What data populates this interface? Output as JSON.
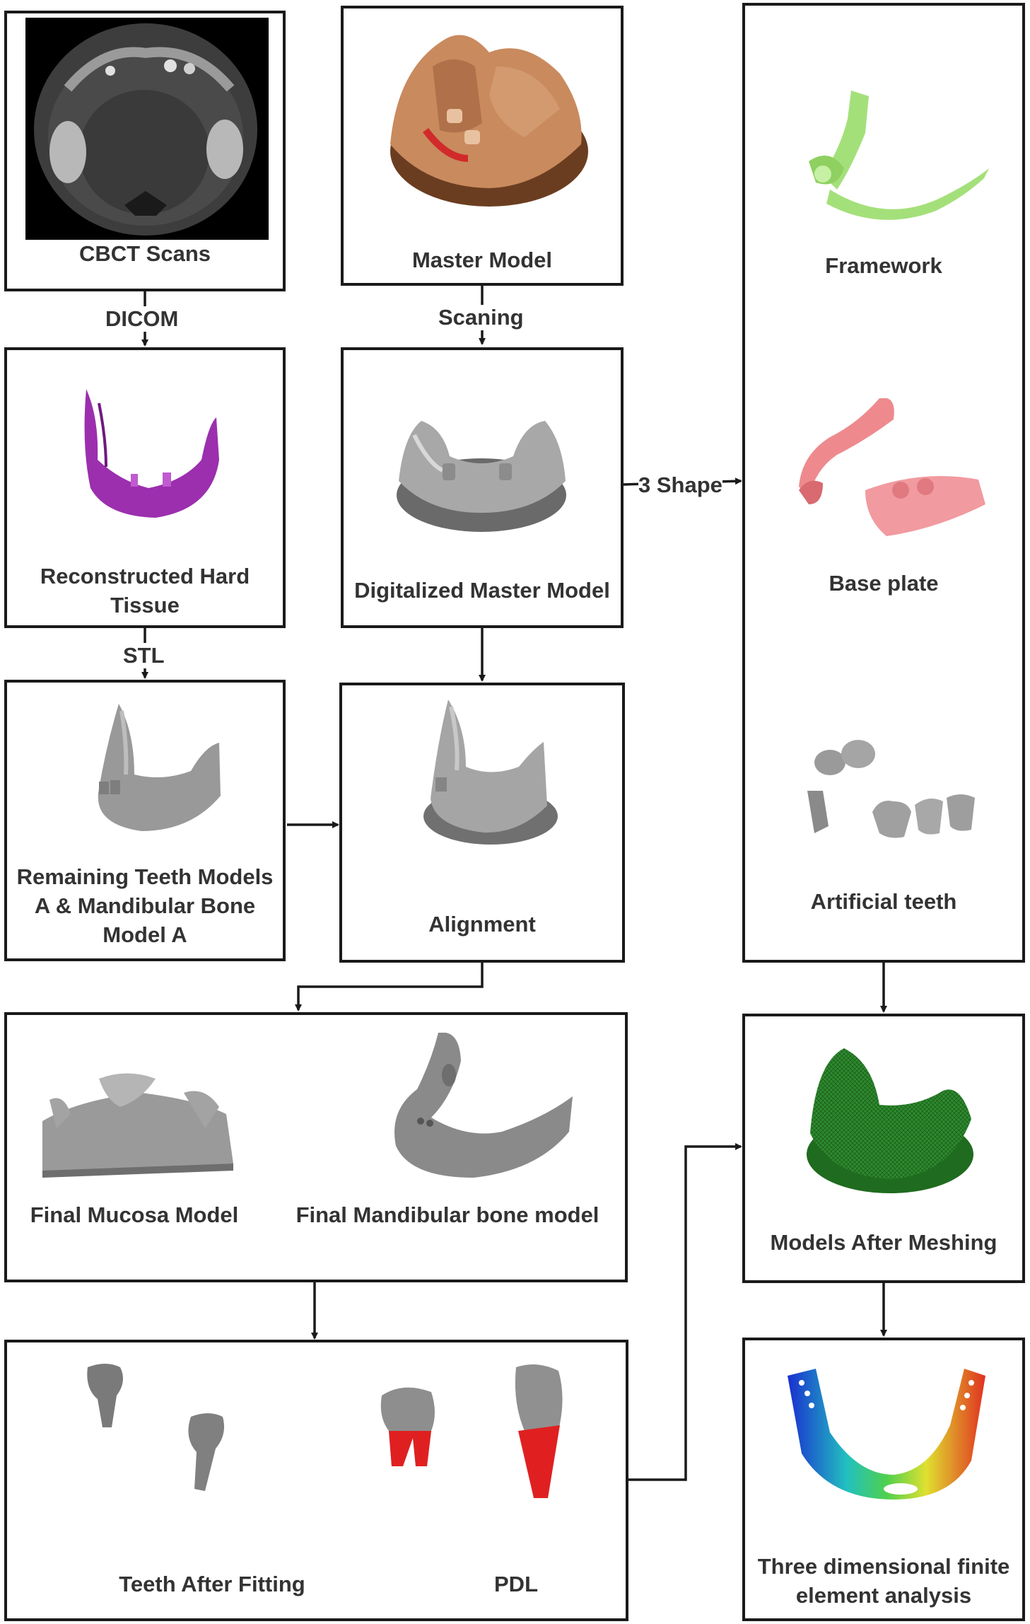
{
  "boxes": {
    "cbct": "CBCT Scans",
    "master": "Master Model",
    "hard_tissue": "Reconstructed Hard Tissue",
    "digital_master": "Digitalized Master Model",
    "remaining_teeth": "Remaining Teeth Models A & Mandibular Bone Model A",
    "alignment": "Alignment",
    "framework": "Framework",
    "base_plate": "Base plate",
    "artificial_teeth": "Artificial teeth",
    "final_mucosa": "Final Mucosa Model",
    "final_mandible": "Final Mandibular bone model",
    "meshing": "Models After Meshing",
    "teeth_fitting": "Teeth After Fitting",
    "pdl": "PDL",
    "fea": "Three dimensional finite element analysis"
  },
  "connectors": {
    "dicom": "DICOM",
    "scaning": "Scaning",
    "stl": "STL",
    "three_shape": "3 Shape"
  },
  "colors": {
    "border": "#1a1a1a",
    "text": "#333333",
    "hard_tissue": "#9b2fae",
    "framework": "#a4e07a",
    "base_plate": "#ee8a8e",
    "mesh": "#2e8b2e",
    "pdl": "#e02020",
    "model_gray": "#8a8a8a"
  }
}
